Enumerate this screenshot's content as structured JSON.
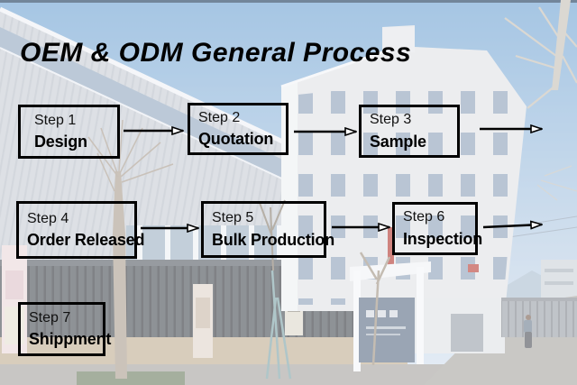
{
  "title": "OEM & ODM General Process",
  "steps": [
    {
      "step": "Step 1",
      "name": "Design"
    },
    {
      "step": "Step 2",
      "name": "Quotation"
    },
    {
      "step": "Step 3",
      "name": "Sample"
    },
    {
      "step": "Step 4",
      "name": "Order Released"
    },
    {
      "step": "Step 5",
      "name": "Bulk Production"
    },
    {
      "step": "Step 6",
      "name": "Inspection"
    },
    {
      "step": "Step 7",
      "name": "Shippment"
    }
  ],
  "arrows": [
    "step1-to-step2",
    "step2-to-step3",
    "step3-onward",
    "step4-to-step5",
    "step5-to-step6",
    "step6-onward"
  ],
  "colors": {
    "ink": "#000000",
    "box_border": "#000000",
    "arrowhead_fill": "#ffffff",
    "sky_blue": "#aac6e2",
    "photo_wash": "rgba(255,255,255,0.38)"
  }
}
